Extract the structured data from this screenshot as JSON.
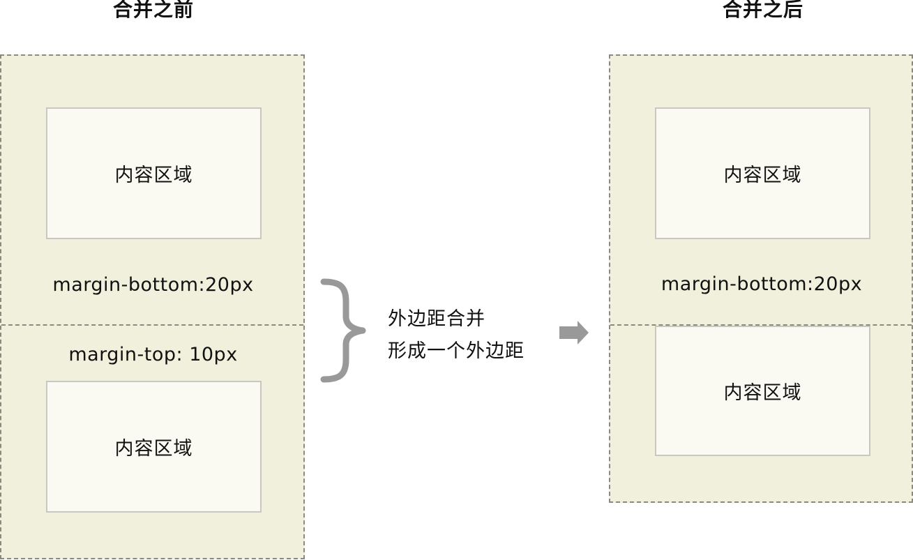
{
  "before": {
    "title": "合并之前",
    "top_content": "内容区域",
    "top_margin_label": "margin-bottom:20px",
    "bottom_margin_label": "margin-top: 10px",
    "bottom_content": "内容区域"
  },
  "after": {
    "title": "合并之后",
    "top_content": "内容区域",
    "margin_label": "margin-bottom:20px",
    "bottom_content": "内容区域"
  },
  "explanation": {
    "line1": "外边距合并",
    "line2": "形成一个外边距"
  },
  "colors": {
    "outer_fill": "#f1f0dc",
    "content_fill": "#fafaf2",
    "dashed_border": "#8a8a80",
    "brace_and_arrow": "#999999"
  },
  "icons": {
    "brace": "right-curly-brace",
    "arrow": "right-arrow"
  }
}
